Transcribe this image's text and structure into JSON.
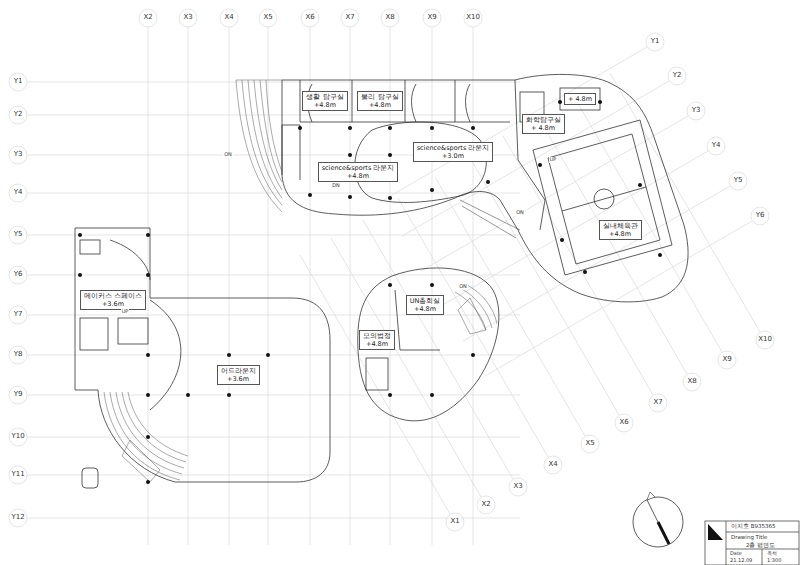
{
  "diagram": {
    "nodes": [
      {
        "text": [
          "생활 탐구실",
          "+4.8m"
        ]
      },
      {
        "text": [
          "물리 탐구실",
          "+4.8m"
        ]
      },
      {
        "text": [
          "science&sports 라운지",
          "+4.8m"
        ]
      },
      {
        "text": [
          "science&sports 라운지",
          "+3.0m"
        ]
      },
      {
        "text": [
          "화학탐구실",
          "+ 4.8m"
        ]
      },
      {
        "text": [
          "+ 4.8m"
        ]
      },
      {
        "text": [
          "실내체육관",
          "+4.8m"
        ]
      },
      {
        "text": [
          "메이커스 스페이스",
          "+3.6m"
        ]
      },
      {
        "text": [
          "어드라운지",
          "+3.6m"
        ]
      },
      {
        "text": [
          "모의법정",
          "+4.8m"
        ]
      },
      {
        "text": [
          "UN총회실",
          "+4.8m"
        ]
      }
    ],
    "labels": [
      "X2",
      "X3",
      "X4",
      "X5",
      "X6",
      "X7",
      "X8",
      "X9",
      "X10",
      "Y1",
      "Y2",
      "Y3",
      "Y4",
      "Y5",
      "Y6",
      "Y7",
      "Y8",
      "Y9",
      "Y10",
      "Y11",
      "Y12",
      "Y1",
      "Y2",
      "Y3",
      "Y4",
      "Y5",
      "Y6",
      "X1",
      "X2",
      "X3",
      "X4",
      "X5",
      "X6",
      "X7",
      "X8",
      "X9",
      "X10",
      "ON",
      "DN",
      "UP",
      "ON",
      "ON",
      "UP",
      "이지호 B935365",
      "Drawing Title",
      "2층 평면도",
      "Date",
      "축척",
      "21.12.09",
      "1:300"
    ]
  }
}
